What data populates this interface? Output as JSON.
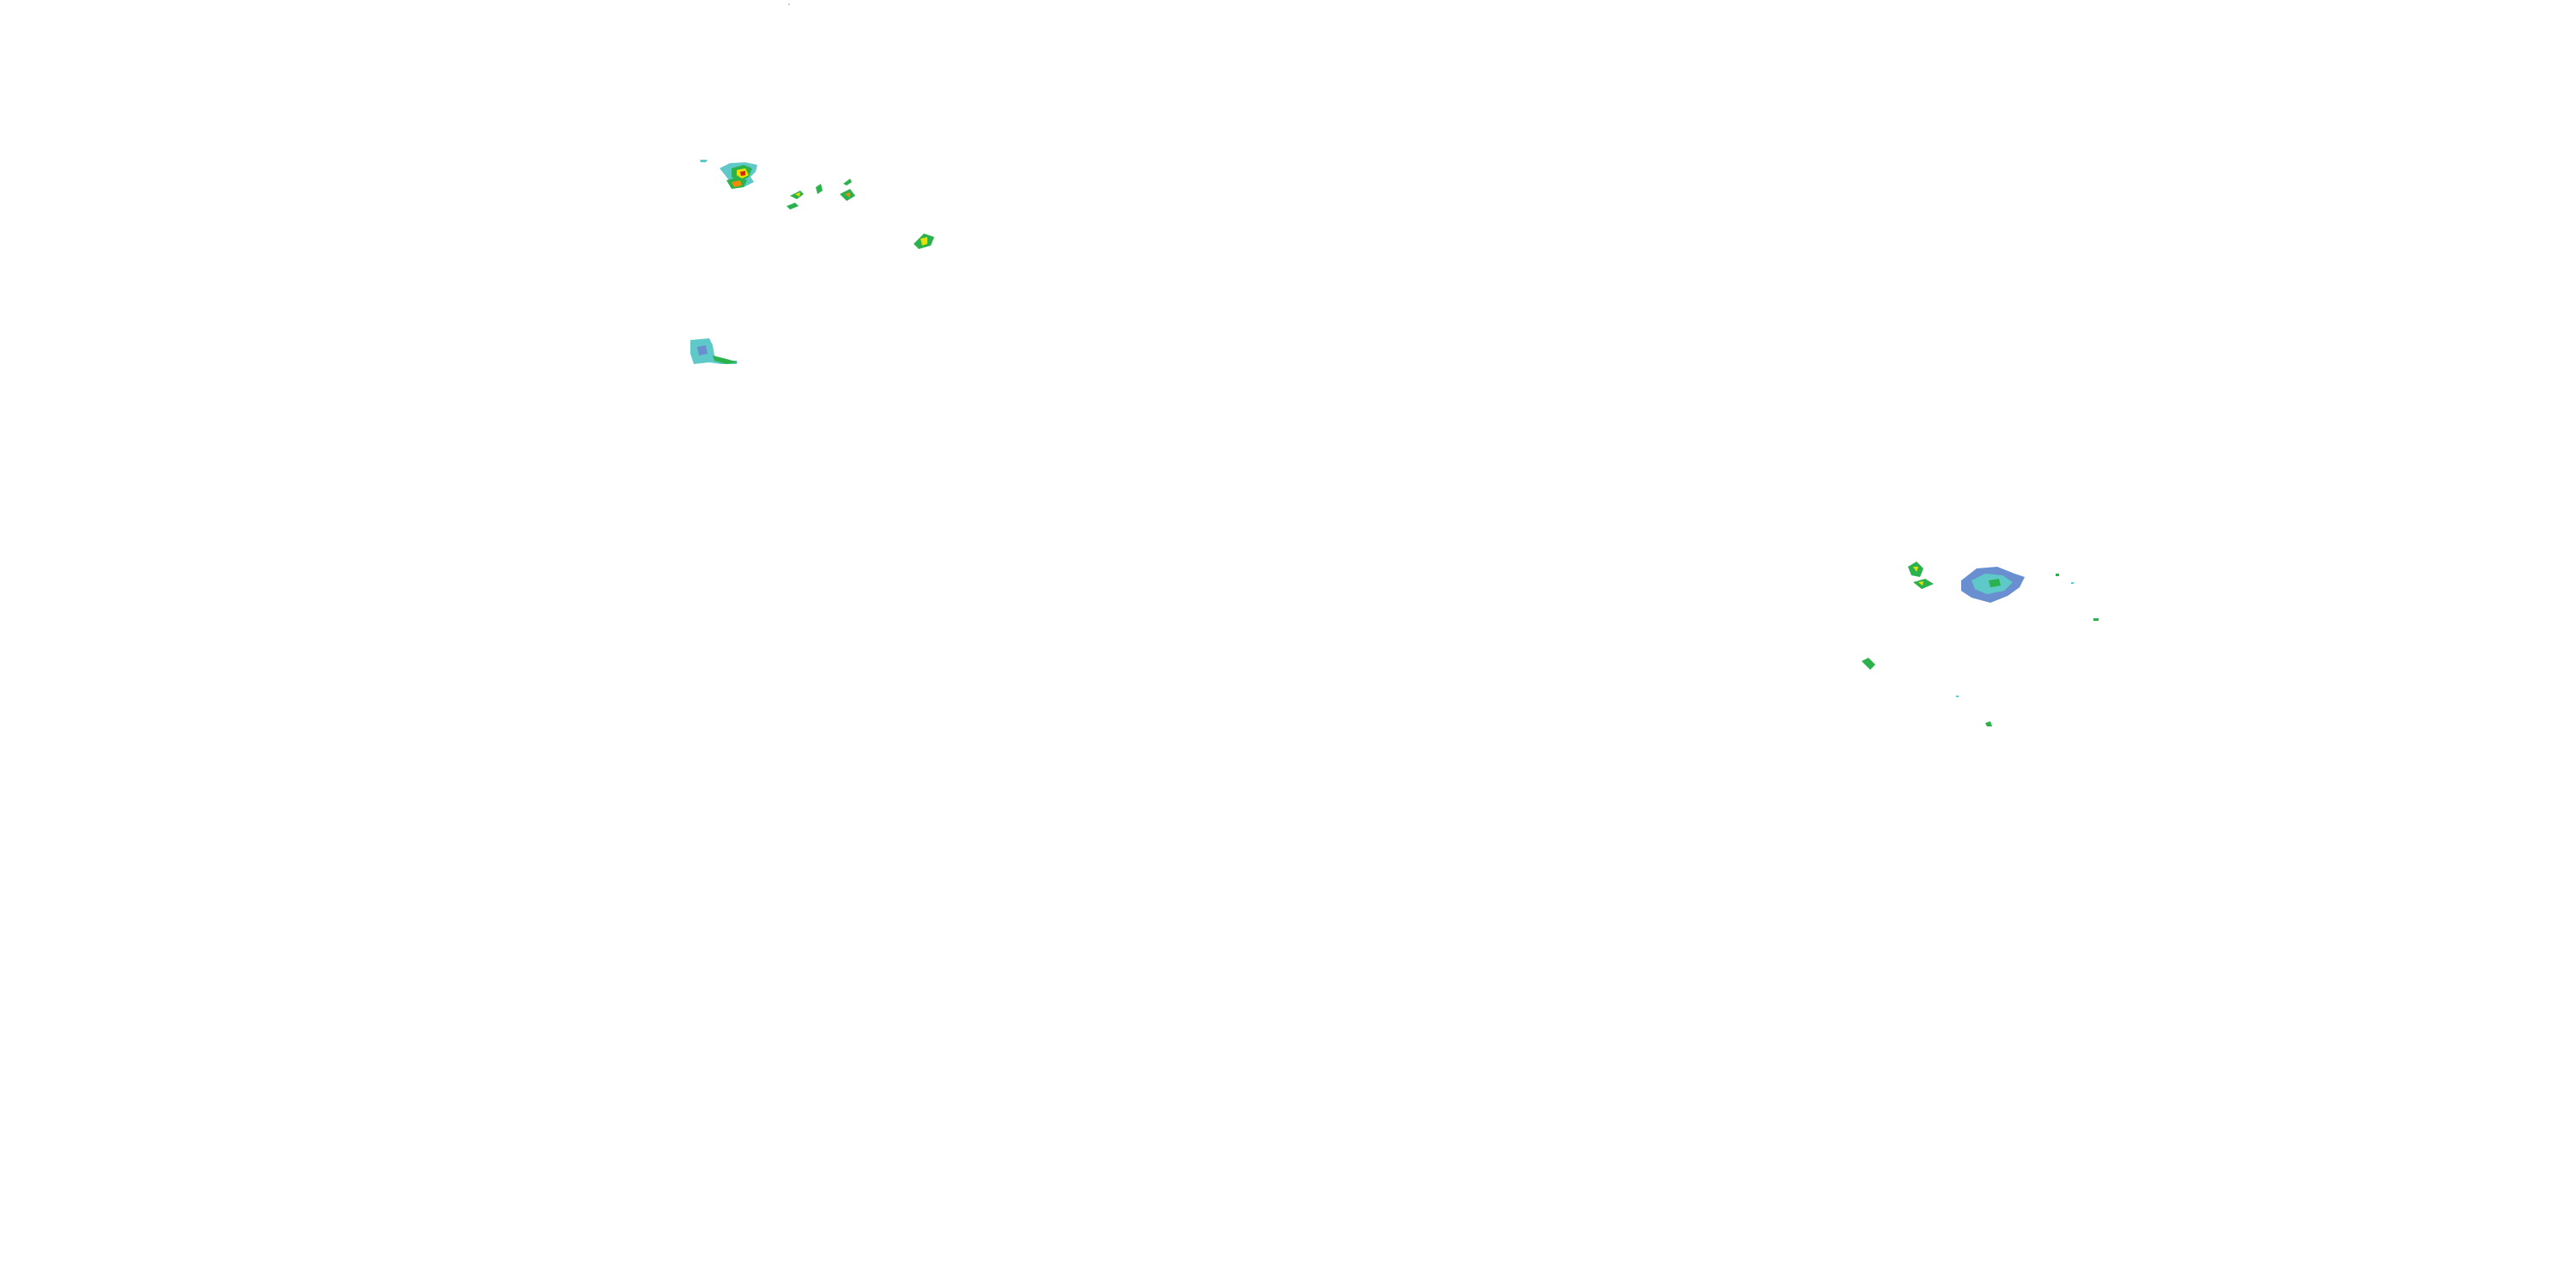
{
  "map": {
    "background": "#ffffff",
    "layer": "precipitation-radar-overlay",
    "palette": {
      "light": "#5fc8c8",
      "light_blue": "#6a8fd0",
      "moderate": "#2bb24c",
      "heavy": "#e8e000",
      "intense": "#f08c00",
      "extreme": "#e02020"
    },
    "cell_groups": [
      {
        "name": "northwest-cluster",
        "intensity": "extreme"
      },
      {
        "name": "northwest-small-cells",
        "intensity": "heavy"
      },
      {
        "name": "northwest-isolated-cell",
        "intensity": "heavy"
      },
      {
        "name": "west-light-patch",
        "intensity": "light"
      },
      {
        "name": "southeast-main-cell",
        "intensity": "light_blue"
      },
      {
        "name": "southeast-small-cells",
        "intensity": "heavy"
      },
      {
        "name": "southeast-scattered-specks",
        "intensity": "moderate"
      }
    ]
  }
}
